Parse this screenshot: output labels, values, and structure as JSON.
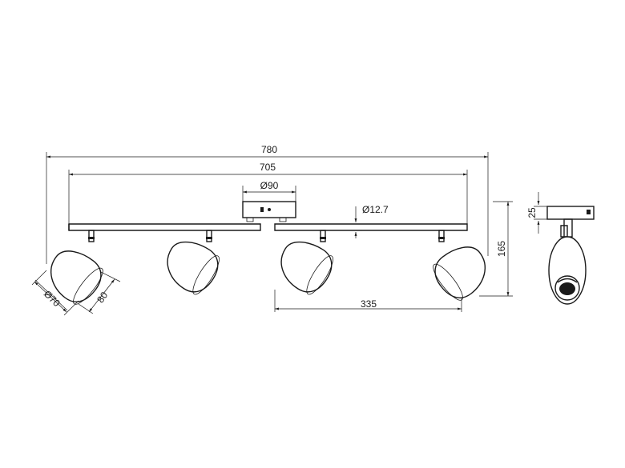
{
  "dimensions": {
    "overall_length": "780",
    "bar_length": "705",
    "base_diameter": "Ø90",
    "bar_diameter": "Ø12.7",
    "spot_spacing": "335",
    "height": "165",
    "base_height": "25",
    "shade_diameter": "Ø70",
    "shade_length": "80"
  }
}
